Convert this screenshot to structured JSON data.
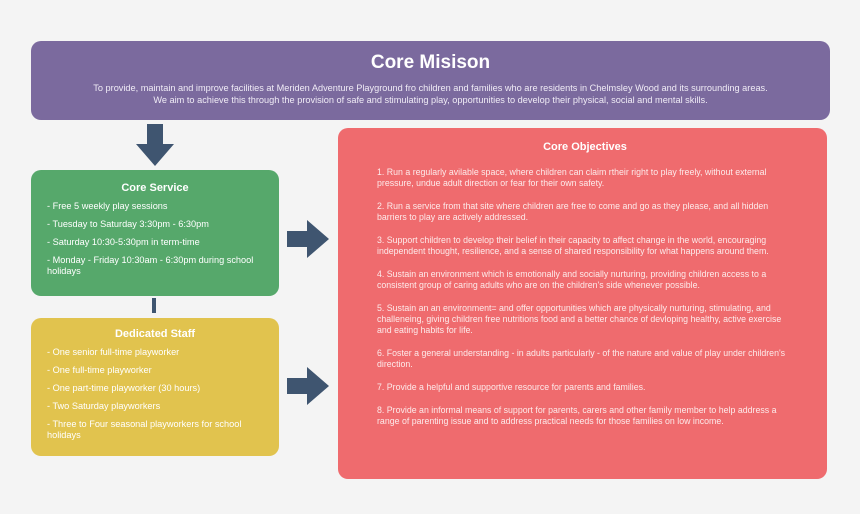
{
  "mission": {
    "title": "Core Misison",
    "text": "To provide, maintain and improve facilities at Meriden Adventure Playground fro children and families who are residents in Chelmsley Wood and its surrounding areas. We aim to achieve this through the provision of safe and stimulating play, opportunities to develop their physical, social and mental skills."
  },
  "service": {
    "title": "Core Service",
    "items": [
      "- Free 5 weekly play sessions",
      "- Tuesday to Saturday 3:30pm - 6:30pm",
      "- Saturday 10:30-5:30pm in term-time",
      "- Monday - Friday 10:30am - 6:30pm during school holidays"
    ]
  },
  "staff": {
    "title": "Dedicated Staff",
    "items": [
      "- One senior full-time playworker",
      "- One full-time playworker",
      "- One part-time playworker (30 hours)",
      "- Two Saturday playworkers",
      "- Three to Four seasonal playworkers for school holidays"
    ]
  },
  "objectives": {
    "title": "Core Objectives",
    "items": [
      "1. Run a regularly avilable space, where children can claim rtheir right to play freely, without external pressure, undue adult direction or fear for their own safety.",
      "2. Run a service from that site where children are free to come and go as they please, and all hidden barriers to play are actively addressed.",
      "3. Support children to develop their belief in their capacity to affect change in the world, encouraging independent thought, resilience, and a sense of shared responsibility for what happens around them.",
      "4. Sustain an environment which is emotionally and socially nurturing, providing children access to a consistent group of caring adults who are on the children's side whenever possible.",
      "5. Sustain an an environment= and offer opportunities which are physically nurturing, stimulating, and challeneing, giving children free nutritions food and a better chance of devloping healthy, active exercise and eating habits for life.",
      "6. Foster a general understanding - in adults particularly - of the nature and value of play under children's direction.",
      "7. Provide a helpful and supportive resource for parents and families.",
      "8. Provide an informal means of support for parents, carers and other family member to help address a range of parenting issue and to address practical needs for those families on low income."
    ]
  },
  "colors": {
    "mission": "#7b6a9e",
    "service": "#56a86b",
    "staff": "#e1c34e",
    "objectives": "#ef6b6e",
    "arrow": "#3f5570"
  }
}
